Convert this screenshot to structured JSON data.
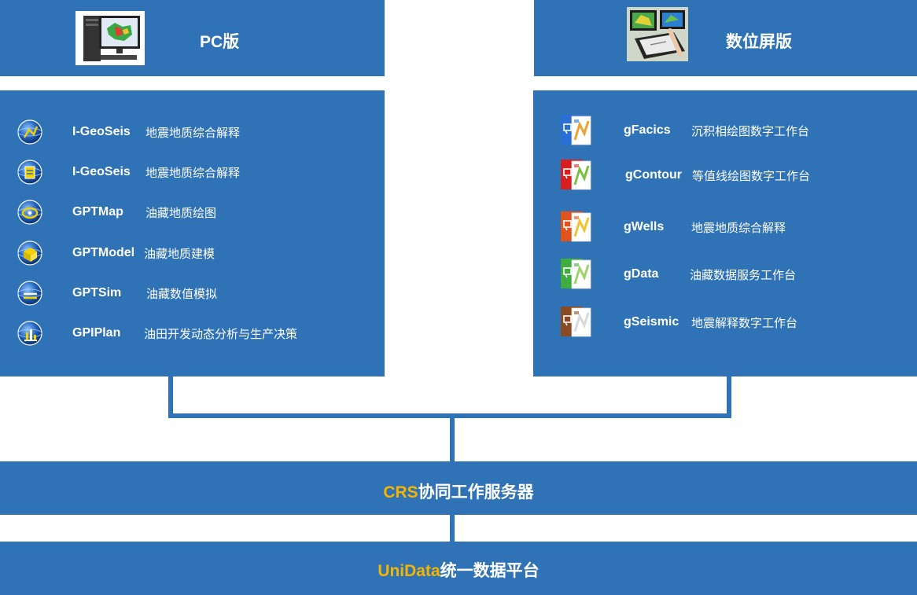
{
  "pc": {
    "title": "PC版",
    "items": [
      {
        "name": "I-GeoSeis",
        "desc": "地震地质综合解释",
        "icon": "globe-seismic-icon"
      },
      {
        "name": "I-GeoSeis",
        "desc": "地震地质综合解释",
        "icon": "globe-document-icon"
      },
      {
        "name": "GPTMap",
        "desc": "油藏地质绘图",
        "icon": "globe-map-icon"
      },
      {
        "name": "GPTModel",
        "desc": "油藏地质建模",
        "icon": "globe-model-icon"
      },
      {
        "name": "GPTSim",
        "desc": "油藏数值模拟",
        "icon": "globe-sim-icon"
      },
      {
        "name": "GPIPlan",
        "desc": "油田开发动态分析与生产决策",
        "icon": "globe-chart-icon"
      }
    ]
  },
  "tablet": {
    "title": "数位屏版",
    "items": [
      {
        "name": "gFacics",
        "desc": "沉积相绘图数字工作台",
        "color": "#2a6fd6",
        "accent": "#f0a030"
      },
      {
        "name": "gContour",
        "desc": "等值线绘图数字工作台",
        "color": "#d81e1e",
        "accent": "#7ac142"
      },
      {
        "name": "gWells",
        "desc": "地震地质综合解释",
        "color": "#e0531a",
        "accent": "#f2c230"
      },
      {
        "name": "gData",
        "desc": "油藏数据服务工作台",
        "color": "#3fae3f",
        "accent": "#9fd36a"
      },
      {
        "name": "gSeismic",
        "desc": "地震解释数字工作台",
        "color": "#8a4a22",
        "accent": "#d9d9d9"
      }
    ]
  },
  "crs": {
    "accent": "CRS",
    "rest": "协同工作服务器"
  },
  "unidata": {
    "accent": "UniData",
    "rest": "统一数据平台"
  },
  "colors": {
    "panel": "#2f72b5",
    "accent": "#f5b400"
  }
}
